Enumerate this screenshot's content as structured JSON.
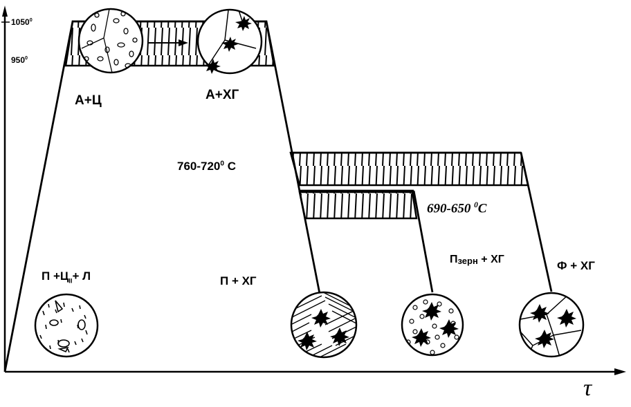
{
  "axis": {
    "y_tick_high": "1050",
    "y_tick_low": "950",
    "degree_mark": "0",
    "x_symbol": "τ"
  },
  "labels": {
    "austenite_cementite": "А+Ц",
    "austenite_graphite": "А+ХГ",
    "isotherm_upper_value": "760-720",
    "isotherm_upper_unit": "С",
    "isotherm_lower_value": "690-650 ",
    "isotherm_lower_unit": "С",
    "pearlite_cementite_ledeburite_a": "П +Ц",
    "pearlite_cementite_ledeburite_sub": "II",
    "pearlite_cementite_ledeburite_b": "+ Л",
    "pearlite_graphite": "П + ХГ",
    "granular_pearlite_prefix": "П",
    "granular_pearlite_sub": "зерн",
    "granular_pearlite_suffix": "+ ХГ",
    "ferrite_graphite": "Ф + ХГ"
  }
}
